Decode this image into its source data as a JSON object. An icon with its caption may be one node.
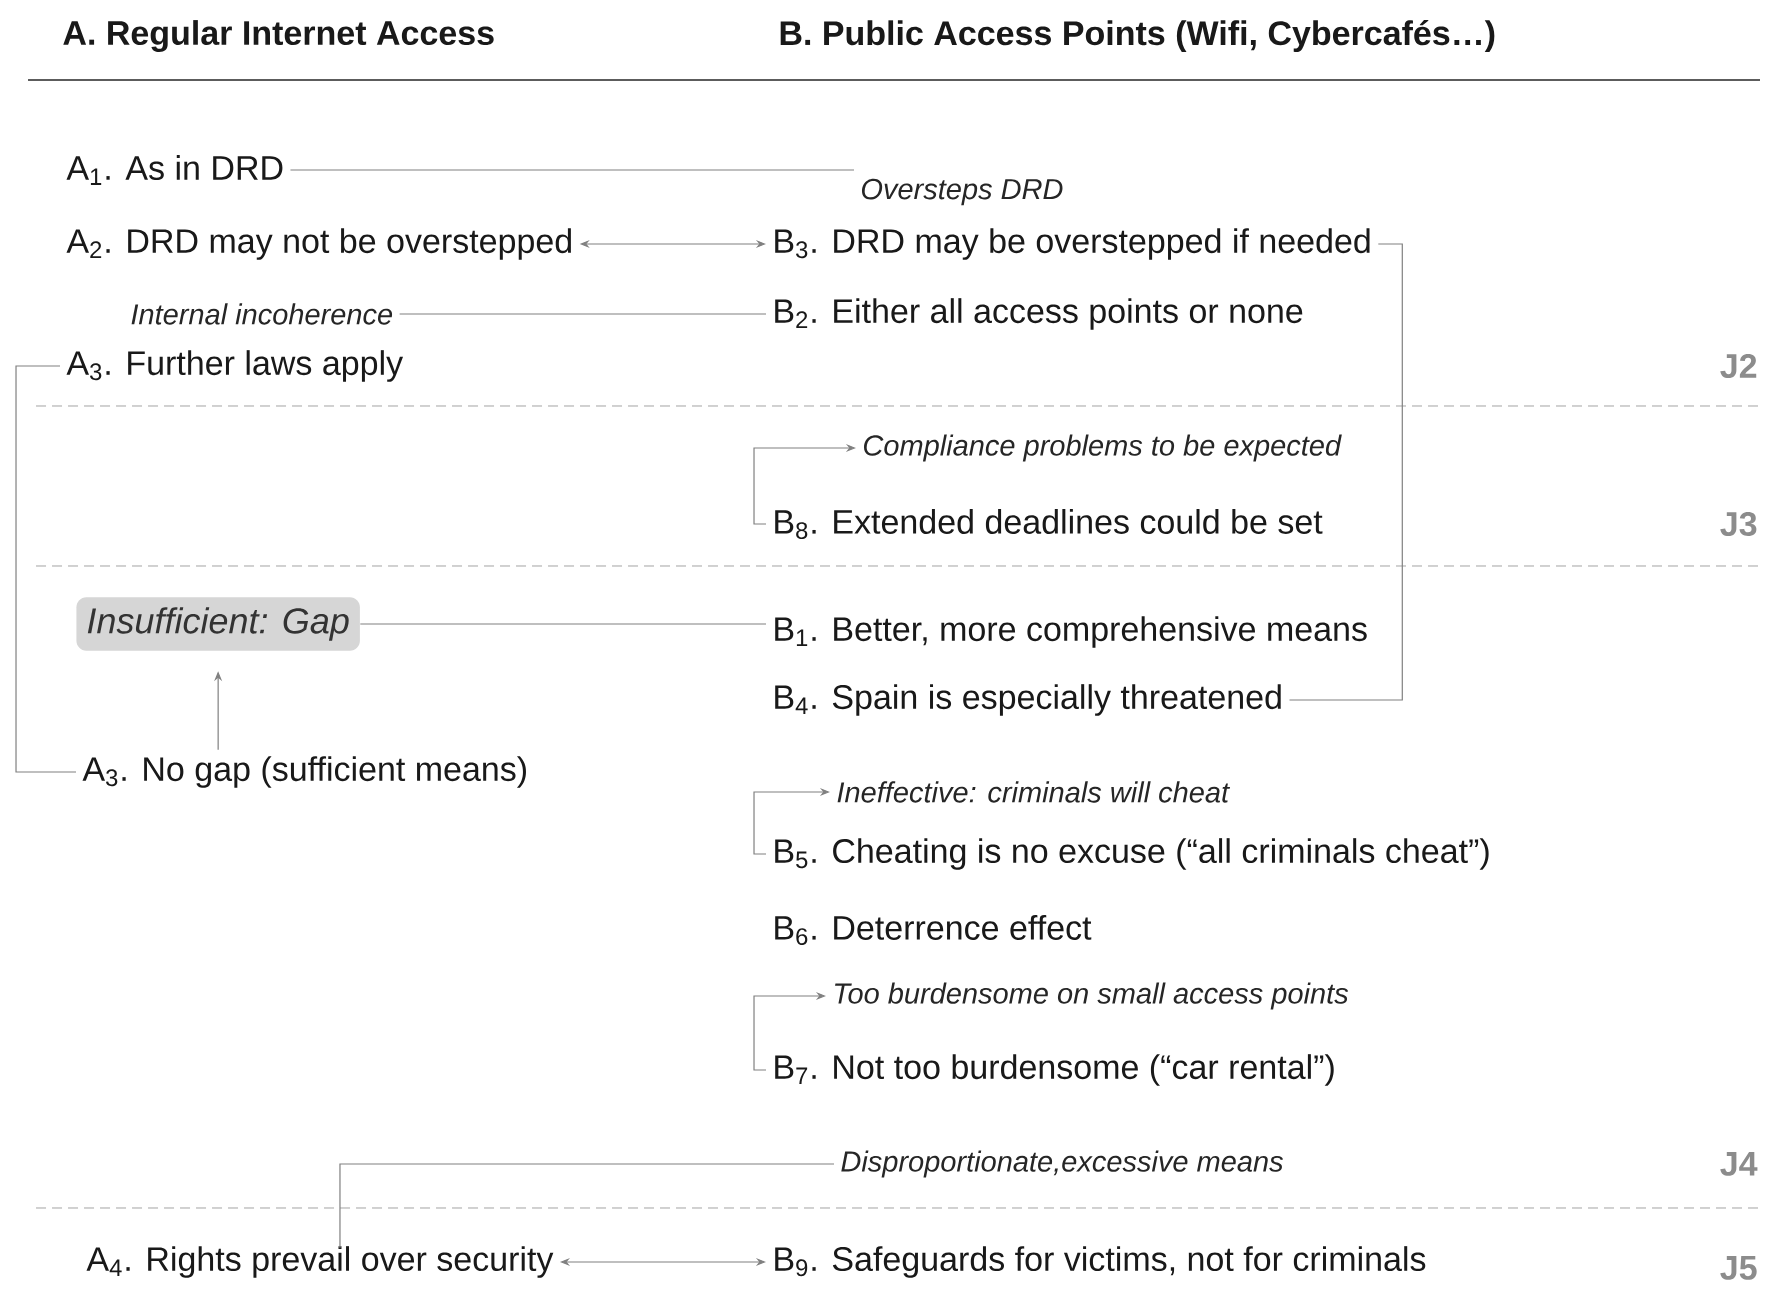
{
  "diagram": {
    "nodes": [
      {
        "text": [
          "A$_{1}$. As in DRD"
        ]
      },
      {
        "text": [
          "Oversteps DRD"
        ]
      },
      {
        "text": [
          "A$_{2}$. DRD may not be overstepped"
        ]
      },
      {
        "text": [
          "B$_{3}$. DRD may be overstepped if needed"
        ]
      },
      {
        "text": [
          "Internal incoherence"
        ]
      },
      {
        "text": [
          "B$_{2}$. Either all access points or none"
        ]
      },
      {
        "text": [
          "A$_{3}$. Further laws apply"
        ]
      },
      {
        "text": [
          "Compliance problems to be expected"
        ]
      },
      {
        "text": [
          "B$_{8}$. Extended deadlines could be set"
        ]
      },
      {
        "text": [
          "Insufficient: Gap"
        ]
      },
      {
        "text": [
          "B$_{1}$. Better, more comprehensive means"
        ]
      },
      {
        "text": [
          "B$_{4}$. Spain is especially threatened"
        ]
      },
      {
        "text": [
          "A$_{3}$. No gap (sufficient means)"
        ]
      },
      {
        "text": [
          "Ineffective: criminals will cheat"
        ]
      },
      {
        "text": [
          "B$_{5}$. Cheating is no excuse (“all criminals cheat”)"
        ]
      },
      {
        "text": [
          "B$_{6}$. Deterrence effect"
        ]
      },
      {
        "text": [
          "Too burdensome on small access points"
        ]
      },
      {
        "text": [
          "B$_{7}$. Not too burdensome (“car rental”)"
        ]
      },
      {
        "text": [
          "Disproportionate,excessive means"
        ]
      },
      {
        "text": [
          "A$_{4}$. Rights prevail over security"
        ]
      },
      {
        "text": [
          "B$_{9}$. Safeguards for victims, not for criminals"
        ]
      }
    ],
    "edges": [
      {
        "from": 0,
        "to": 1,
        "arrow": "none"
      },
      {
        "from": 2,
        "to": 3,
        "arrow": "both"
      },
      {
        "from": 4,
        "to": 5,
        "arrow": "none"
      },
      {
        "from": 3,
        "to": 11,
        "arrow": "none"
      },
      {
        "from": 6,
        "to": 12,
        "arrow": "none"
      },
      {
        "from": 8,
        "to": 7,
        "arrow": "to"
      },
      {
        "from": 12,
        "to": 9,
        "arrow": "to"
      },
      {
        "from": 9,
        "to": 10,
        "arrow": "none"
      },
      {
        "from": 14,
        "to": 13,
        "arrow": "to"
      },
      {
        "from": 17,
        "to": 16,
        "arrow": "to"
      },
      {
        "from": 18,
        "to": 19,
        "arrow": "none"
      },
      {
        "from": 19,
        "to": 20,
        "arrow": "both"
      }
    ],
    "labels": [
      "A. Regular Internet Access",
      "B. Public Access Points (Wifi, Cybercafés…)",
      "J2",
      "J3",
      "J4",
      "J5"
    ]
  }
}
